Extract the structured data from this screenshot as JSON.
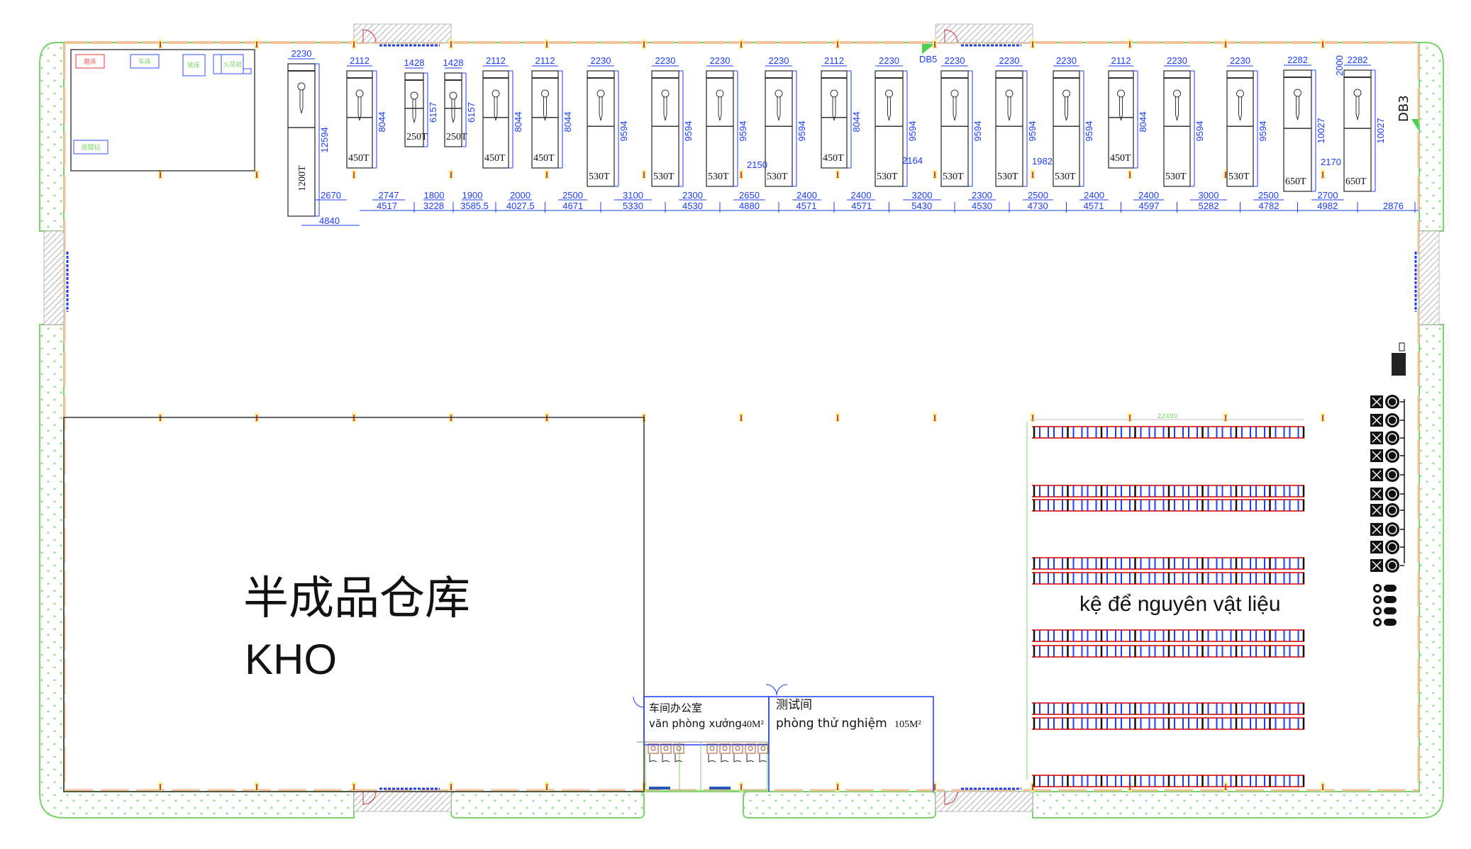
{
  "warehouse": {
    "title_cn": "半成品仓库",
    "title_vn": "KHO"
  },
  "office": {
    "name_cn": "车间办公室",
    "name_vn": "văn phòng xưởng",
    "area": "40M²"
  },
  "test_room": {
    "name_cn": "测试间",
    "name_vn": "phòng thử nghiệm",
    "area": "105M²"
  },
  "racks": {
    "label": "kệ để nguyên vật liệu",
    "length_dim": "22400",
    "rows": 10
  },
  "tool_room": {
    "items": [
      "磨床",
      "车床",
      "铣床",
      "火花机",
      "摇臂钻"
    ]
  },
  "doors": {
    "db5": "DB5",
    "db3": "DB3"
  },
  "machines": [
    {
      "tonnage": "1200T",
      "width": "2230",
      "length": "12594"
    },
    {
      "tonnage": "450T",
      "width": "2112",
      "length": "8044"
    },
    {
      "tonnage": "250T",
      "width": "1428",
      "length": "6157"
    },
    {
      "tonnage": "250T",
      "width": "1428",
      "length": "6157"
    },
    {
      "tonnage": "450T",
      "width": "2112",
      "length": "8044"
    },
    {
      "tonnage": "450T",
      "width": "2112",
      "length": "8044"
    },
    {
      "tonnage": "530T",
      "width": "2230",
      "length": "9594"
    },
    {
      "tonnage": "530T",
      "width": "2230",
      "length": "9594"
    },
    {
      "tonnage": "530T",
      "width": "2230",
      "length": "9594"
    },
    {
      "tonnage": "530T",
      "width": "2230",
      "length": "9594"
    },
    {
      "tonnage": "450T",
      "width": "2112",
      "length": "8044"
    },
    {
      "tonnage": "530T",
      "width": "2230",
      "length": "9594"
    },
    {
      "tonnage": "530T",
      "width": "2230",
      "length": "9594"
    },
    {
      "tonnage": "530T",
      "width": "2230",
      "length": "9594"
    },
    {
      "tonnage": "530T",
      "width": "2230",
      "length": "9594"
    },
    {
      "tonnage": "450T",
      "width": "2112",
      "length": "8044"
    },
    {
      "tonnage": "530T",
      "width": "2230",
      "length": "9594"
    },
    {
      "tonnage": "530T",
      "width": "2230",
      "length": "9594"
    },
    {
      "tonnage": "650T",
      "width": "2282",
      "length": "10027"
    },
    {
      "tonnage": "650T",
      "width": "2282",
      "length": "10027"
    }
  ],
  "gaps": [
    "2670",
    "2747",
    "1800",
    "1900",
    "2000",
    "2500",
    "3100",
    "2300",
    "2650",
    "2400",
    "2400",
    "3200",
    "2300",
    "2500",
    "2400",
    "2400",
    "3000",
    "2500",
    "2700"
  ],
  "spacings": [
    "4517",
    "3228",
    "3585.5",
    "4027.5",
    "4671",
    "5330",
    "4530",
    "4880",
    "4571",
    "4571",
    "5430",
    "4530",
    "4730",
    "4571",
    "4597",
    "5282",
    "4782",
    "4982",
    "2876"
  ],
  "extra_dims": {
    "first_offset": "4840",
    "a": "2150",
    "b": "2164",
    "c": "1982",
    "d": "2170",
    "e": "2000"
  }
}
